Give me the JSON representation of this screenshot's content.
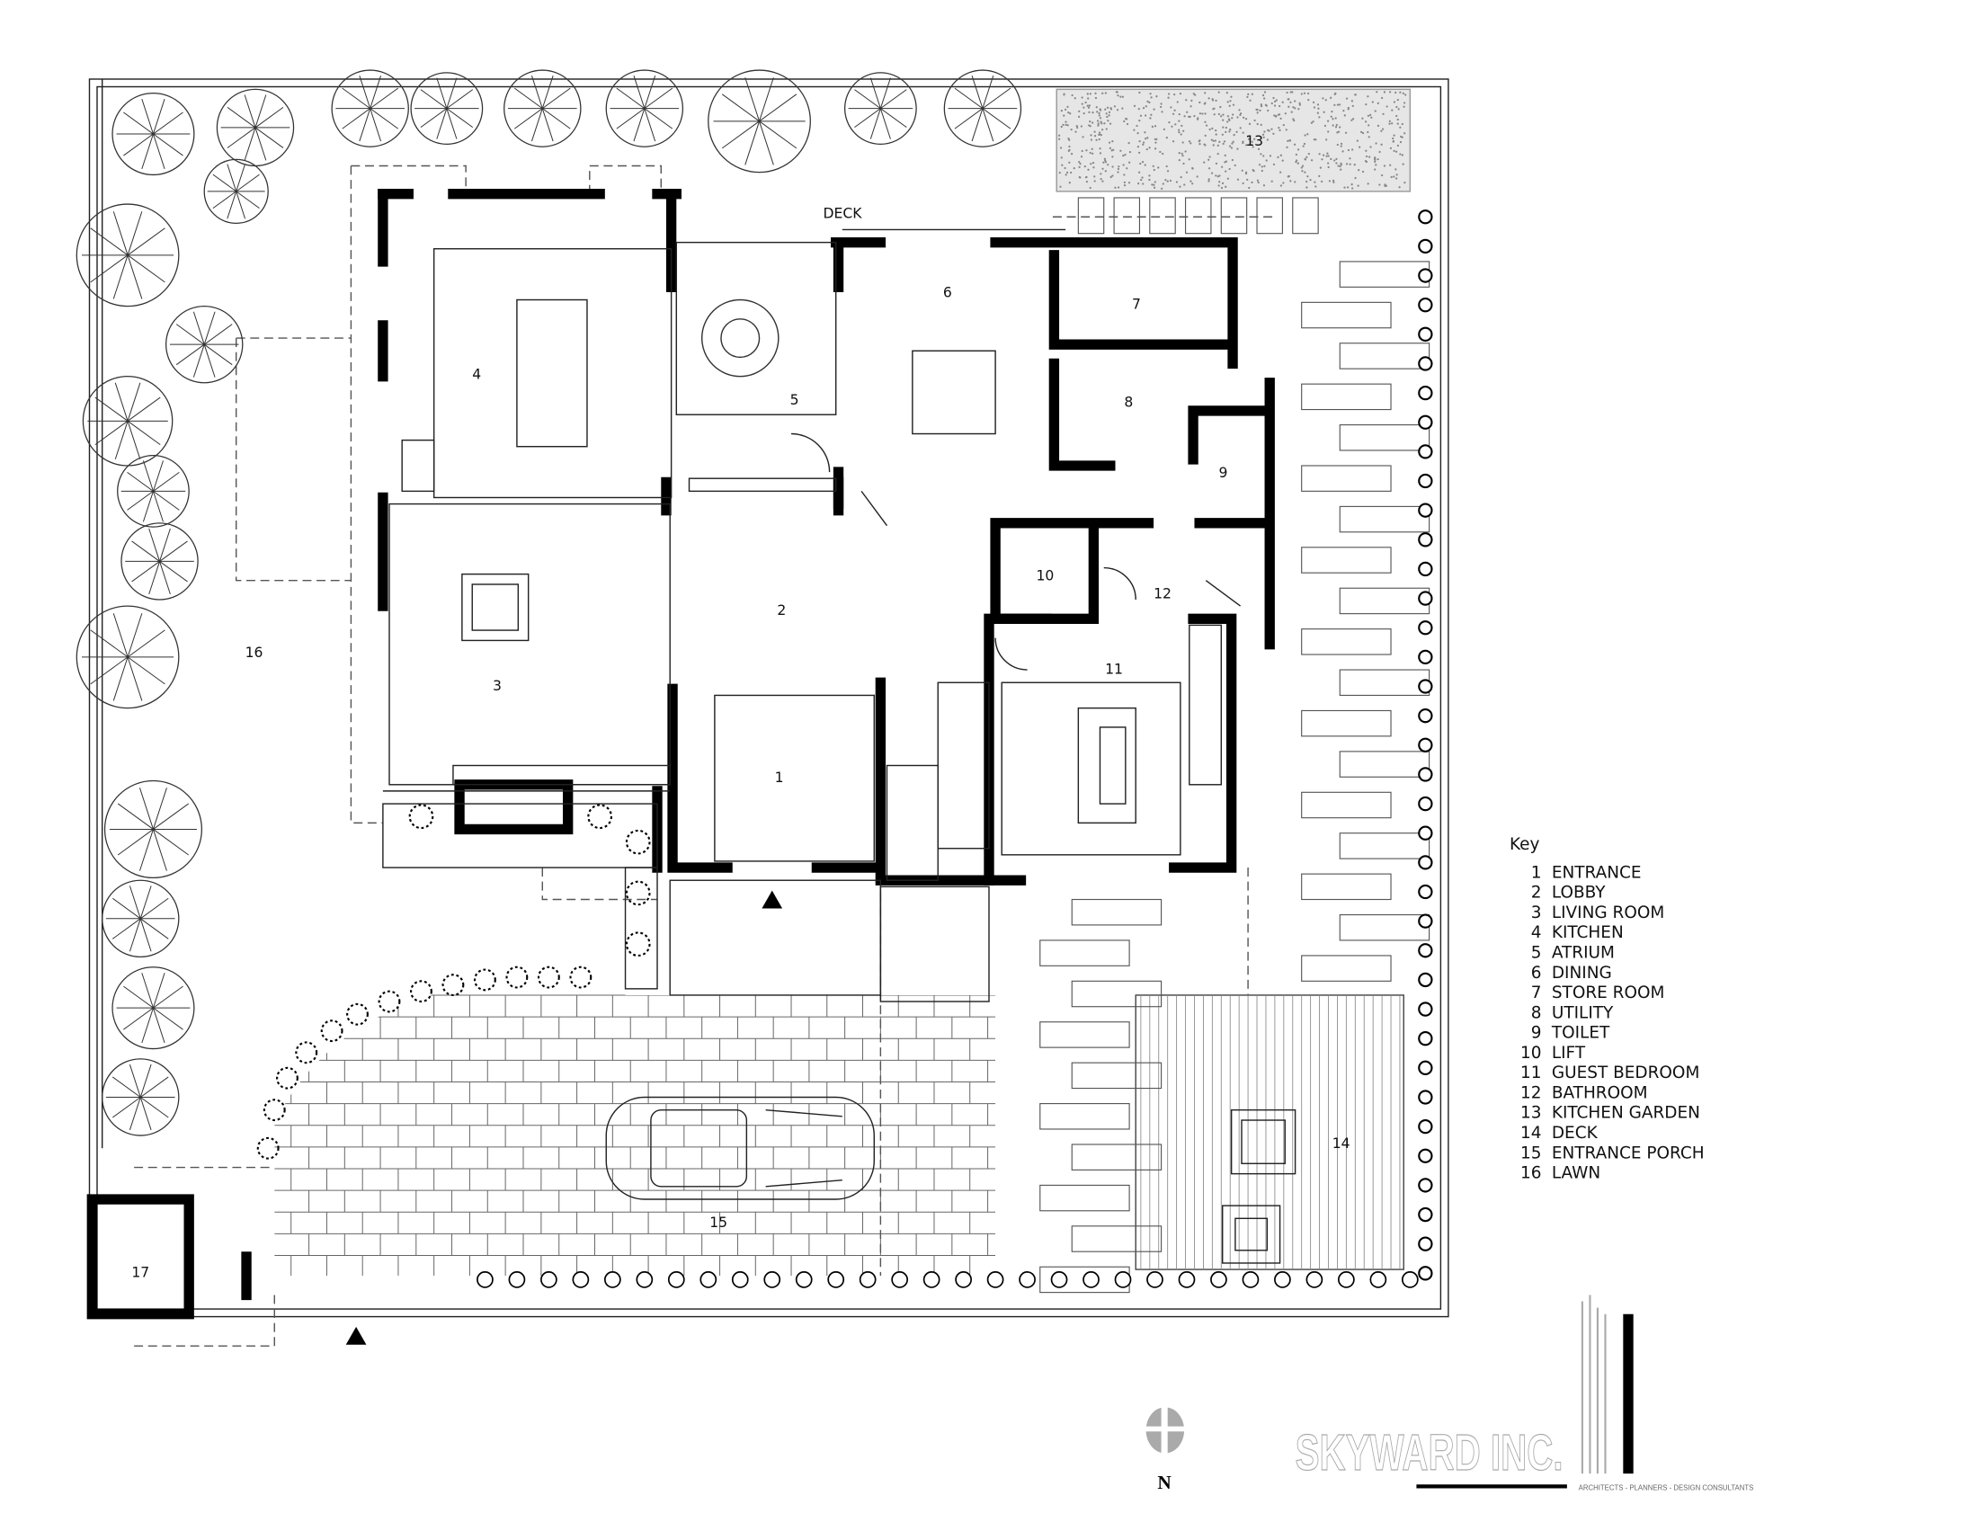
{
  "plan": {
    "deck_label": "DECK",
    "room_numbers": [
      "1",
      "2",
      "3",
      "4",
      "5",
      "6",
      "7",
      "8",
      "9",
      "10",
      "11",
      "12",
      "13",
      "14",
      "15",
      "16",
      "17"
    ],
    "entry_marker_icon": "triangle-up"
  },
  "key": {
    "title": "Key",
    "items": [
      {
        "num": "1",
        "label": "ENTRANCE"
      },
      {
        "num": "2",
        "label": "LOBBY"
      },
      {
        "num": "3",
        "label": "LIVING ROOM"
      },
      {
        "num": "4",
        "label": "KITCHEN"
      },
      {
        "num": "5",
        "label": "ATRIUM"
      },
      {
        "num": "6",
        "label": "DINING"
      },
      {
        "num": "7",
        "label": "STORE ROOM"
      },
      {
        "num": "8",
        "label": "UTILITY"
      },
      {
        "num": "9",
        "label": "TOILET"
      },
      {
        "num": "10",
        "label": "LIFT"
      },
      {
        "num": "11",
        "label": "GUEST BEDROOM"
      },
      {
        "num": "12",
        "label": "BATHROOM"
      },
      {
        "num": "13",
        "label": "KITCHEN GARDEN"
      },
      {
        "num": "14",
        "label": "DECK"
      },
      {
        "num": "15",
        "label": "ENTRANCE PORCH"
      },
      {
        "num": "16",
        "label": "LAWN"
      }
    ]
  },
  "north": {
    "label": "N",
    "icon": "north-compass-icon",
    "color": "#aaaaaa"
  },
  "logo": {
    "name": "SKYWARD INC.",
    "tagline": "ARCHITECTS - PLANNERS - DESIGN CONSULTANTS"
  }
}
